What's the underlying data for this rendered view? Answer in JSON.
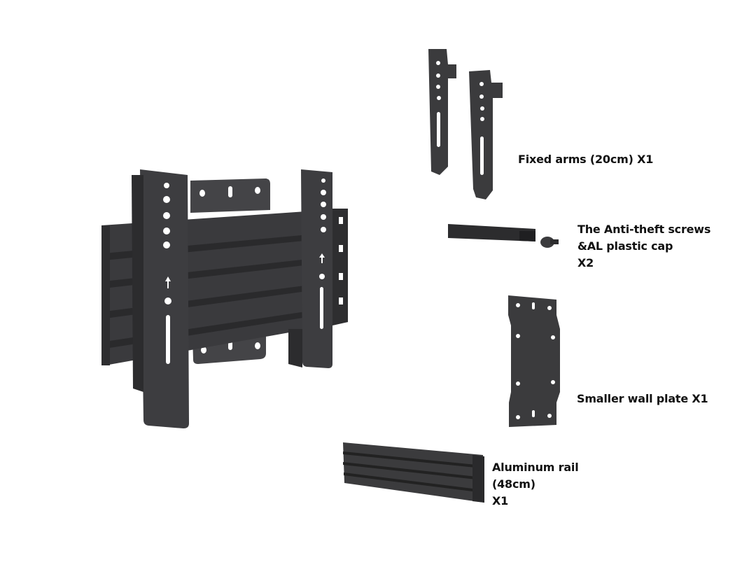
{
  "colors": {
    "metal": "#3b3b3d",
    "metal_dark": "#2a2a2c",
    "metal_light": "#505053",
    "hole": "#ffffff"
  },
  "labels": {
    "fixed_arms": "Fixed arms (20cm) X1",
    "antitheft": [
      "The Anti-theft screws",
      "&AL plastic cap",
      "X2"
    ],
    "wall_plate": "Smaller wall plate X1",
    "rail": [
      "Aluminum rail",
      "(48cm)",
      "X1"
    ]
  }
}
